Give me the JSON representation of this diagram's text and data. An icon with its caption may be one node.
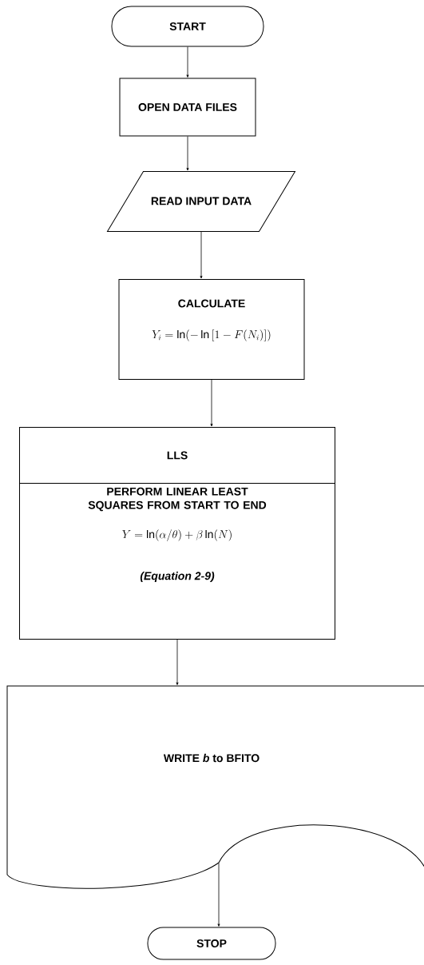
{
  "diagram": {
    "nodes": [
      {
        "text": [
          "START"
        ]
      },
      {
        "text": [
          "OPEN DATA FILES"
        ]
      },
      {
        "text": [
          "READ INPUT DATA"
        ]
      },
      {
        "text": [
          "CALCULATE",
          "Y_i = \\ln\\bigl(-\\ln\\,[1-F(N_i)]\\bigr)"
        ]
      },
      {
        "text": [
          "LLS",
          "PERFORM LINEAR LEAST SQUARES FROM START TO END",
          "Y = \\ln(\\alpha/\\theta) + \\beta\\ln(N)",
          "(Equation 2-9)"
        ]
      },
      {
        "text": [
          "WRITE *b* to BFITO"
        ]
      },
      {
        "text": [
          "STOP"
        ]
      }
    ],
    "edges": [
      {
        "from": 0,
        "to": 1,
        "arrow": "to"
      },
      {
        "from": 1,
        "to": 2,
        "arrow": "to"
      },
      {
        "from": 2,
        "to": 3,
        "arrow": "to"
      },
      {
        "from": 3,
        "to": 4,
        "arrow": "to"
      },
      {
        "from": 4,
        "to": 5,
        "arrow": "to"
      },
      {
        "from": 5,
        "to": 6,
        "arrow": "to"
      }
    ]
  }
}
